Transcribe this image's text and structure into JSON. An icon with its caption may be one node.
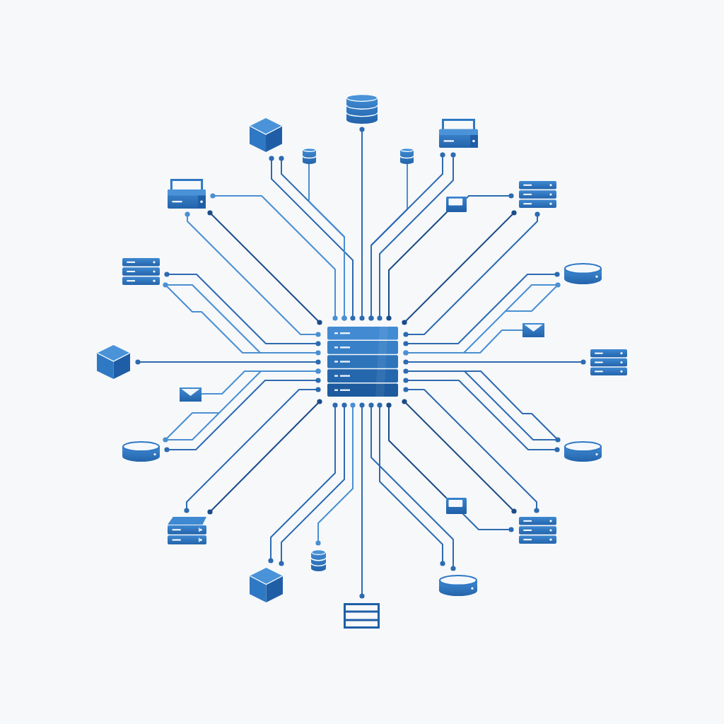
{
  "diagram": {
    "nodes": [
      {
        "text": [],
        "shape": "server"
      },
      {
        "text": [],
        "shape": "cylinder"
      },
      {
        "text": [],
        "shape": "cube"
      },
      {
        "text": [],
        "shape": "cylinder"
      },
      {
        "text": [],
        "shape": "printer"
      },
      {
        "text": [],
        "shape": "cylinder"
      },
      {
        "text": [],
        "shape": "printer"
      },
      {
        "text": [],
        "shape": "monitor"
      },
      {
        "text": [],
        "shape": "server"
      },
      {
        "text": [],
        "shape": "cylinder"
      },
      {
        "text": [],
        "shape": "envelope"
      },
      {
        "text": [],
        "shape": "server"
      },
      {
        "text": [],
        "shape": "cylinder"
      },
      {
        "text": [],
        "shape": "monitor"
      },
      {
        "text": [],
        "shape": "server"
      },
      {
        "text": [],
        "shape": "cylinder"
      },
      {
        "text": [],
        "shape": "list"
      },
      {
        "text": [],
        "shape": "cylinder"
      },
      {
        "text": [],
        "shape": "cube"
      },
      {
        "text": [],
        "shape": "server"
      },
      {
        "text": [],
        "shape": "cylinder"
      },
      {
        "text": [],
        "shape": "envelope"
      },
      {
        "text": [],
        "shape": "cube"
      },
      {
        "text": [],
        "shape": "server"
      }
    ],
    "edges": [
      {
        "from": 1,
        "to": 0,
        "arrow": "other"
      },
      {
        "from": 2,
        "to": 0,
        "arrow": "other"
      },
      {
        "from": 2,
        "to": 0,
        "arrow": "other"
      },
      {
        "from": 3,
        "to": 0,
        "arrow": "other",
        "color": "#4a8fd2"
      },
      {
        "from": 4,
        "to": 0,
        "arrow": "other",
        "color": "#4a8fd2"
      },
      {
        "from": 4,
        "to": 0,
        "arrow": "other",
        "color": "#4a8fd2"
      },
      {
        "from": 4,
        "to": 0,
        "arrow": "other",
        "color": "#1b4c89"
      },
      {
        "from": 5,
        "to": 0,
        "arrow": "other",
        "color": "#4a8fd2"
      },
      {
        "from": 6,
        "to": 0,
        "arrow": "other"
      },
      {
        "from": 6,
        "to": 0,
        "arrow": "other"
      },
      {
        "from": 7,
        "to": 0,
        "arrow": "other",
        "color": "#1b4c89"
      },
      {
        "from": 7,
        "to": 8,
        "arrow": "other"
      },
      {
        "from": 8,
        "to": 0,
        "arrow": "other",
        "color": "#1b4c89"
      },
      {
        "from": 8,
        "to": 0,
        "arrow": "other"
      },
      {
        "from": 9,
        "to": 0,
        "arrow": "other"
      },
      {
        "from": 9,
        "to": 0,
        "arrow": "other",
        "color": "#4a8fd2"
      },
      {
        "from": 10,
        "to": 0,
        "arrow": "other",
        "color": "#4a8fd2"
      },
      {
        "from": 11,
        "to": 0,
        "arrow": "other"
      },
      {
        "from": 12,
        "to": 0,
        "arrow": "other"
      },
      {
        "from": 12,
        "to": 0,
        "arrow": "other"
      },
      {
        "from": 14,
        "to": 0,
        "arrow": "other"
      },
      {
        "from": 14,
        "to": 0,
        "arrow": "other",
        "color": "#1b4c89"
      },
      {
        "from": 13,
        "to": 14,
        "arrow": "other"
      },
      {
        "from": 13,
        "to": 0,
        "arrow": "other",
        "color": "#1b4c89"
      },
      {
        "from": 15,
        "to": 0,
        "arrow": "other"
      },
      {
        "from": 15,
        "to": 0,
        "arrow": "other"
      },
      {
        "from": 16,
        "to": 0,
        "arrow": "other"
      },
      {
        "from": 17,
        "to": 0,
        "arrow": "other",
        "color": "#4a8fd2"
      },
      {
        "from": 18,
        "to": 0,
        "arrow": "other"
      },
      {
        "from": 18,
        "to": 0,
        "arrow": "other"
      },
      {
        "from": 19,
        "to": 0,
        "arrow": "other",
        "color": "#1b4c89"
      },
      {
        "from": 19,
        "to": 0,
        "arrow": "other"
      },
      {
        "from": 20,
        "to": 0,
        "arrow": "other"
      },
      {
        "from": 20,
        "to": 0,
        "arrow": "other",
        "color": "#4a8fd2"
      },
      {
        "from": 21,
        "to": 0,
        "arrow": "other",
        "color": "#4a8fd2"
      },
      {
        "from": 22,
        "to": 0,
        "arrow": "other"
      },
      {
        "from": 23,
        "to": 0,
        "arrow": "other",
        "color": "#4a8fd2"
      },
      {
        "from": 23,
        "to": 0,
        "arrow": "other"
      }
    ]
  }
}
